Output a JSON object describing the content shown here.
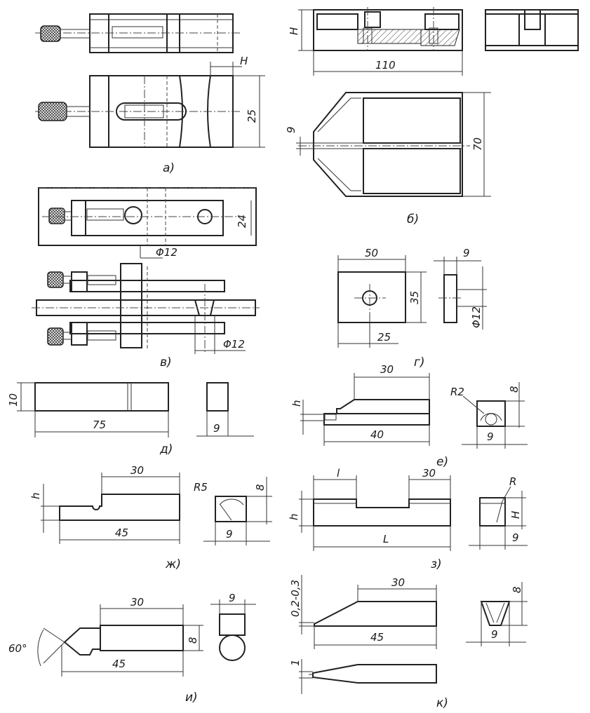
{
  "captions": {
    "a": "а)",
    "b": "б)",
    "v": "в)",
    "g": "г)",
    "d": "д)",
    "e": "е)",
    "zh": "ж)",
    "z": "з)",
    "i": "и)",
    "k": "к)"
  },
  "dims": {
    "a": {
      "h": "H",
      "width": "25"
    },
    "b": {
      "h": "H",
      "length": "110",
      "slot": "9",
      "width": "70"
    },
    "v": {
      "width": "24",
      "dia_top": "Φ12",
      "dia_bottom": "Φ12"
    },
    "g": {
      "length": "50",
      "height": "35",
      "offset": "25",
      "thickness": "9",
      "dia": "Φ12"
    },
    "d": {
      "height": "10",
      "length": "75",
      "width": "9"
    },
    "e": {
      "top": "30",
      "h": "h",
      "length": "40",
      "radius": "R2",
      "height": "8",
      "width": "9"
    },
    "zh": {
      "top": "30",
      "h": "h",
      "radius": "R5",
      "length": "45",
      "height": "8",
      "width": "9"
    },
    "z": {
      "l": "l",
      "top": "30",
      "h": "h",
      "L": "L",
      "R": "R",
      "H": "H",
      "width": "9"
    },
    "i": {
      "top": "30",
      "angle": "60°",
      "height": "8",
      "length": "45",
      "width": "9"
    },
    "k": {
      "tip": "0,2-0,3",
      "top": "30",
      "length": "45",
      "tip2": "1",
      "height": "8",
      "width": "9"
    }
  }
}
